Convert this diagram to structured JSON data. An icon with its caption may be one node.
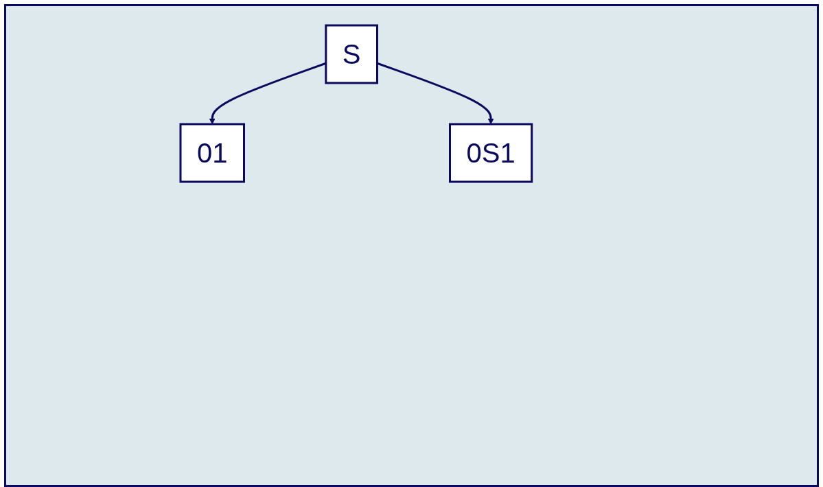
{
  "diagram": {
    "nodes": [
      {
        "text": [
          "S"
        ]
      },
      {
        "text": [
          "01"
        ]
      },
      {
        "text": [
          "0S1"
        ]
      }
    ],
    "edges": [
      {
        "from": 0,
        "to": 1,
        "arrow": "to"
      },
      {
        "from": 0,
        "to": 2,
        "arrow": "to"
      }
    ]
  }
}
